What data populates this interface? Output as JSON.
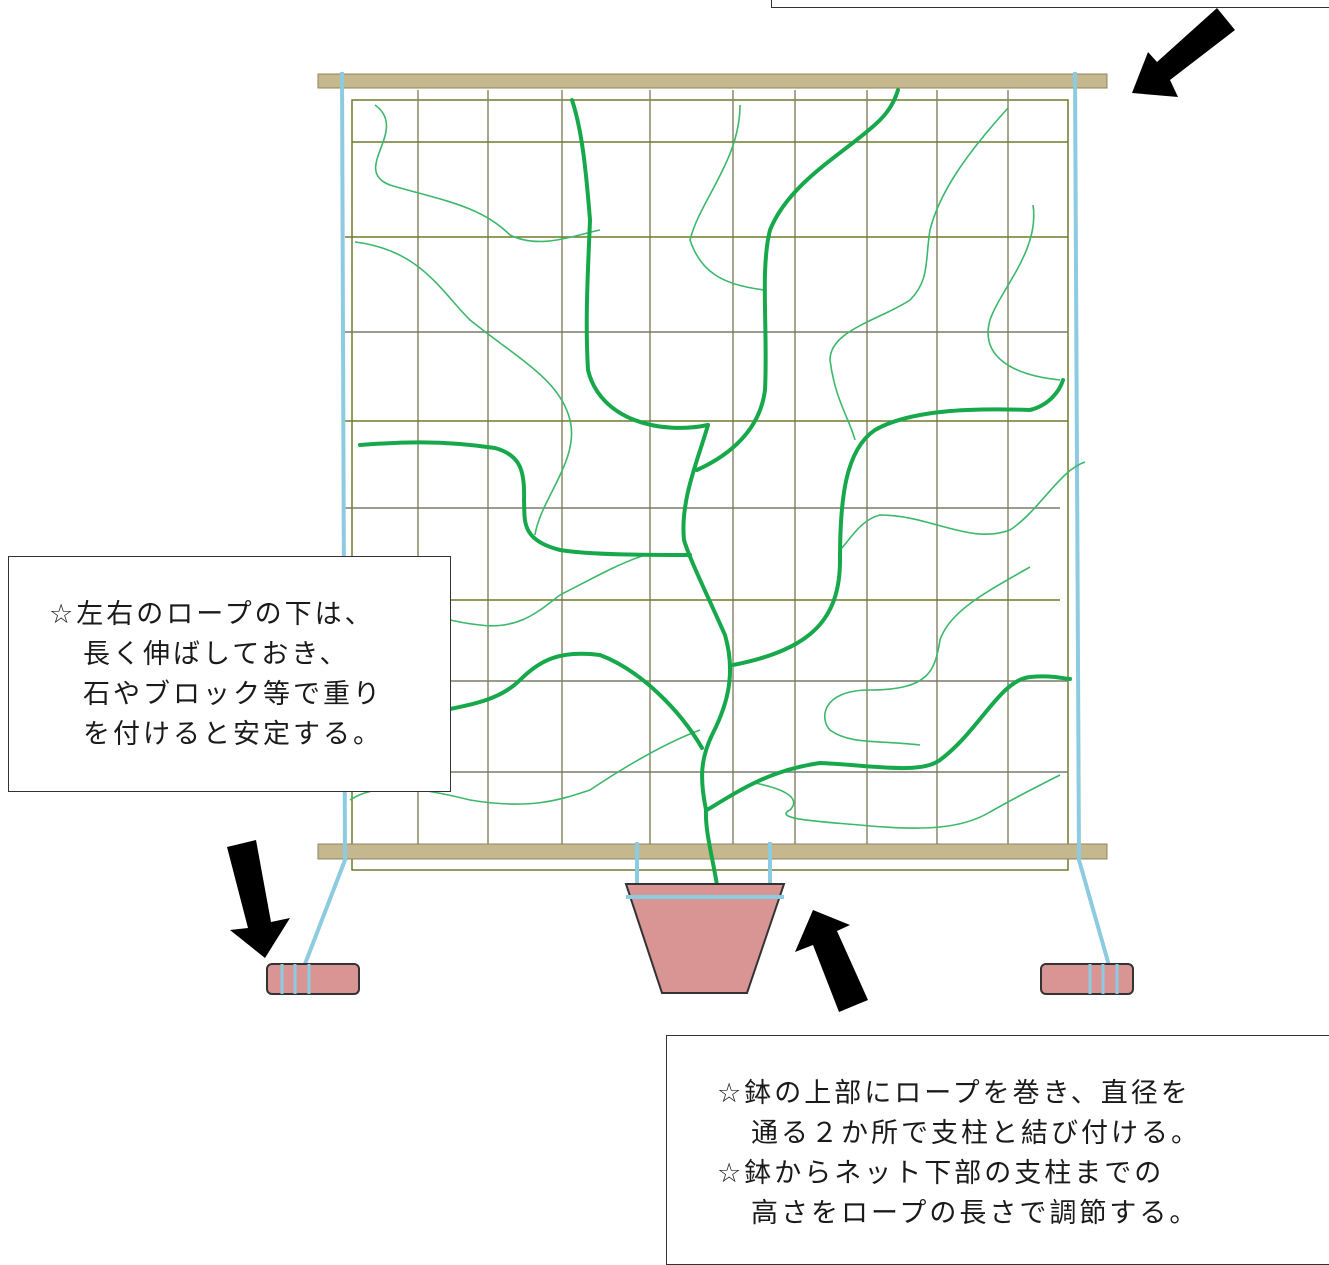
{
  "colors": {
    "frame_bar": "#c6b88e",
    "net": "#6f7a2c",
    "rope": "#8ccbe0",
    "vine_main": "#16a84a",
    "vine_thin": "#3cb86a",
    "pot": "#d99494",
    "arrow": "#000000"
  },
  "icons": [
    "arrow-icon",
    "star-icon"
  ],
  "notes": {
    "top": {
      "lines": []
    },
    "left": {
      "lines": [
        "☆左右のロープの下は、",
        "長く伸ばしておき、",
        "石やブロック等で重り",
        "を付けると安定する。"
      ]
    },
    "bottom": {
      "lines": [
        "☆鉢の上部にロープを巻き、直径を",
        "通る２か所で支柱と結び付ける。",
        "☆鉢からネット下部の支柱までの",
        "高さをロープの長さで調節する。"
      ]
    }
  }
}
